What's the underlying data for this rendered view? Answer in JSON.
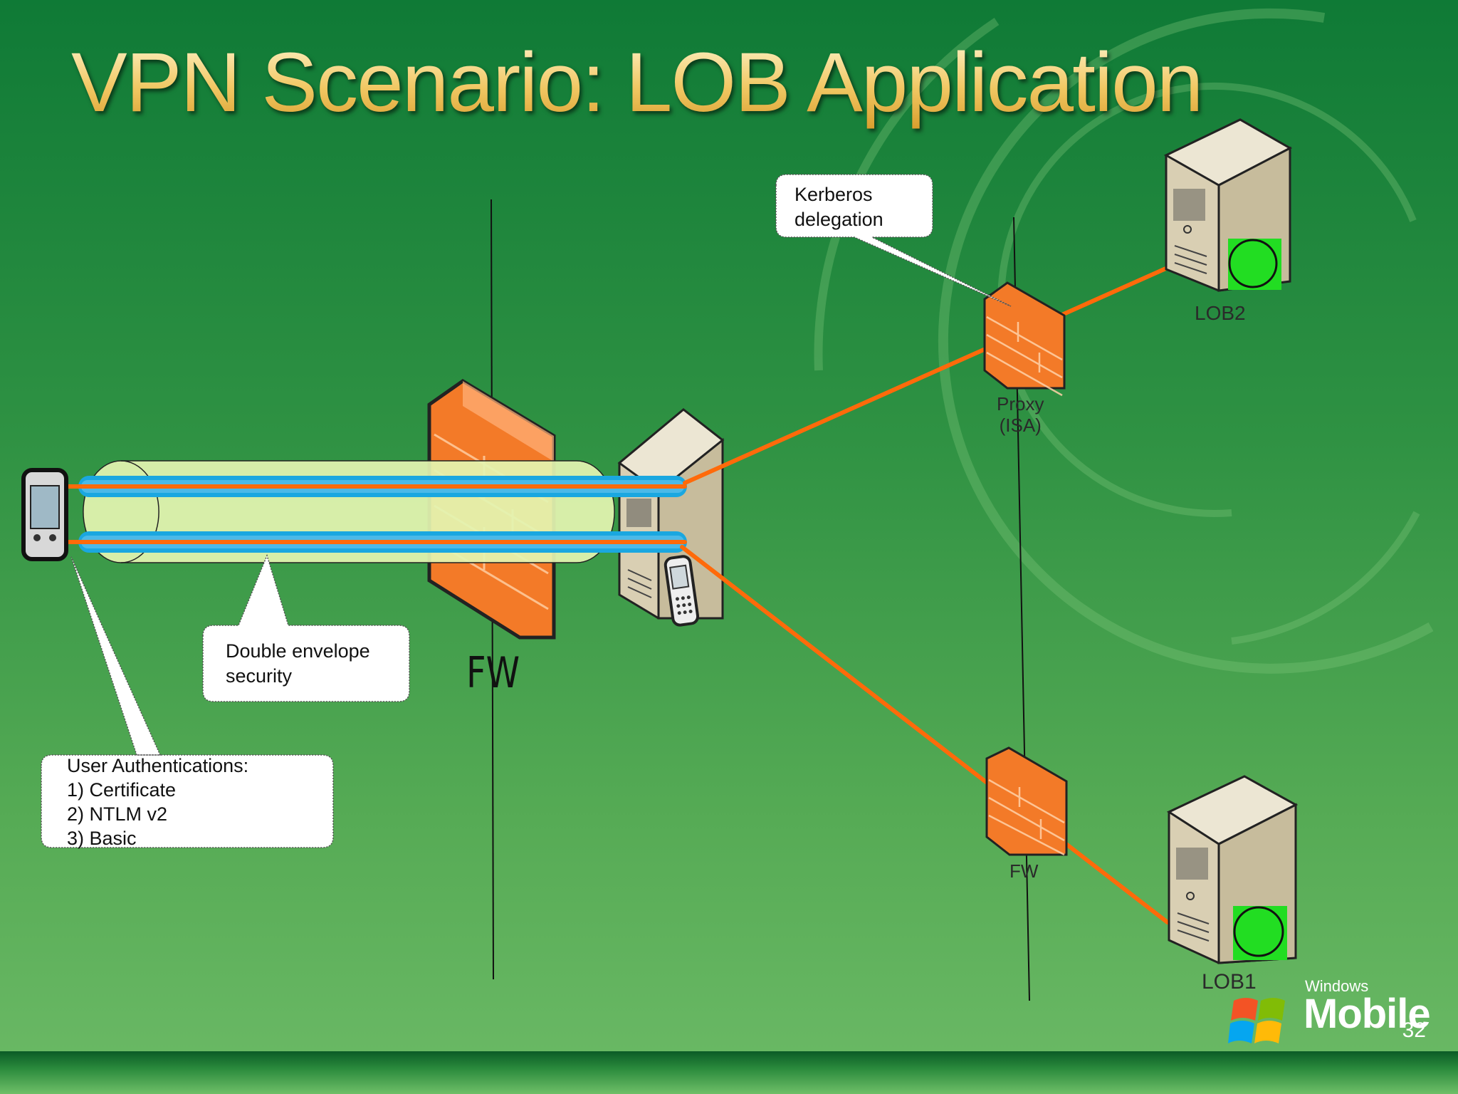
{
  "slide": {
    "title": "VPN Scenario: LOB Application",
    "page_number": "32"
  },
  "nodes": {
    "lob2": "LOB2",
    "lob1": "LOB1",
    "proxy_line1": "Proxy",
    "proxy_line2": "(ISA)",
    "fw_main": "FW",
    "fw_lower": "FW"
  },
  "callouts": {
    "kerberos": [
      "Kerberos",
      "delegation"
    ],
    "double_envelope": [
      "Double envelope",
      "security"
    ],
    "user_auth": [
      "User Authentications:",
      "1) Certificate",
      "2) NTLM v2",
      "3) Basic"
    ]
  },
  "logo": {
    "small_text": "Windows",
    "big_text": "Mobile"
  },
  "colors": {
    "connection_line": "#ff6a0a",
    "tunnel_fill": "#e3f4b0",
    "tunnel_line": "#1aa7e0",
    "firewall": "#f37a28",
    "server": "#d9cfb3",
    "status_dot": "#22dd22"
  },
  "icons": [
    "pda-icon",
    "phone-icon",
    "server-icon",
    "firewall-icon",
    "windows-flag-icon"
  ]
}
